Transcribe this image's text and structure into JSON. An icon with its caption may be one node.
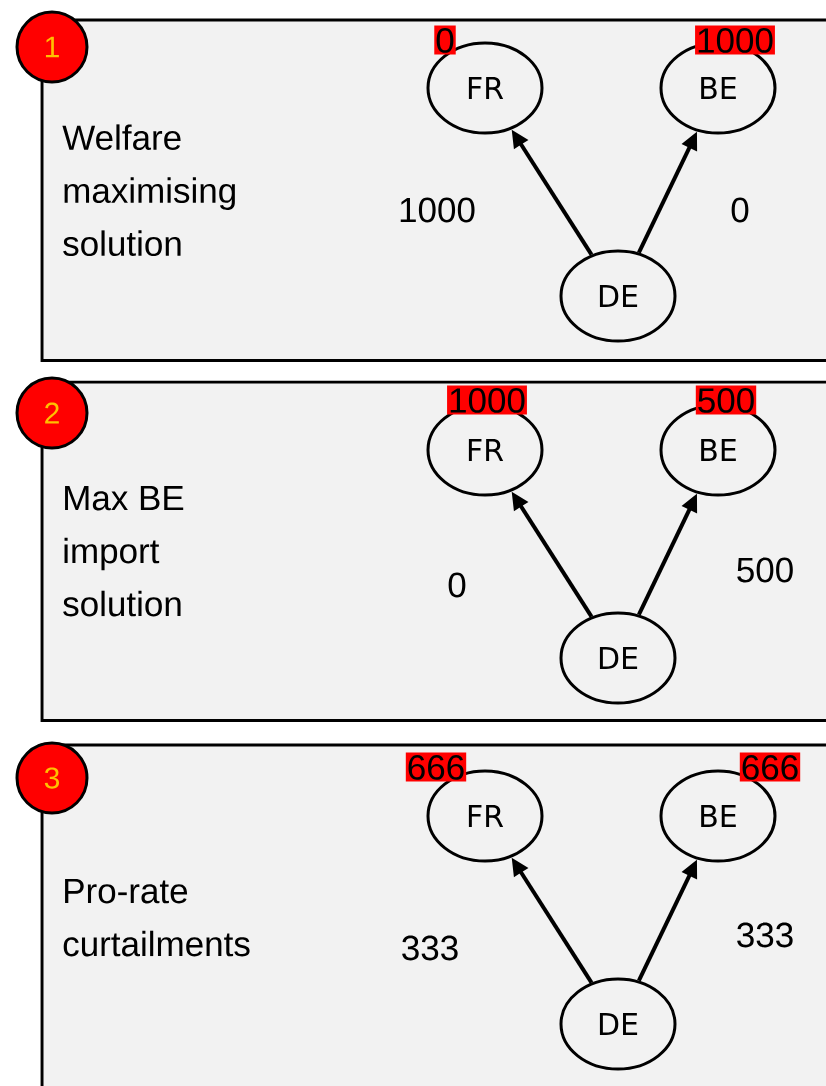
{
  "diagram": {
    "nodes": [
      {
        "text": [
          "1"
        ]
      },
      {
        "text": [
          "Welfare maximising solution"
        ]
      },
      {
        "text": [
          "FR"
        ],
        "in": 1,
        "beside": [
          "0"
        ]
      },
      {
        "text": [
          "BE"
        ],
        "in": 1,
        "beside": [
          "1000"
        ]
      },
      {
        "text": [
          "DE"
        ],
        "in": 1
      },
      {
        "text": [
          "2"
        ]
      },
      {
        "text": [
          "Max BE import solution"
        ]
      },
      {
        "text": [
          "FR"
        ],
        "in": 6,
        "beside": [
          "1000"
        ]
      },
      {
        "text": [
          "BE"
        ],
        "in": 6,
        "beside": [
          "500"
        ]
      },
      {
        "text": [
          "DE"
        ],
        "in": 6
      },
      {
        "text": [
          "3"
        ]
      },
      {
        "text": [
          "Pro-rate curtailments"
        ]
      },
      {
        "text": [
          "FR"
        ],
        "in": 11,
        "beside": [
          "666"
        ]
      },
      {
        "text": [
          "BE"
        ],
        "in": 11,
        "beside": [
          "666"
        ]
      },
      {
        "text": [
          "DE"
        ],
        "in": 11
      }
    ],
    "edges": [
      {
        "from": 4,
        "to": 2,
        "arrow": "to",
        "label": "1000"
      },
      {
        "from": 4,
        "to": 3,
        "arrow": "to",
        "label": "0"
      },
      {
        "from": 9,
        "to": 7,
        "arrow": "to",
        "label": "0"
      },
      {
        "from": 9,
        "to": 8,
        "arrow": "to",
        "label": "500"
      },
      {
        "from": 14,
        "to": 12,
        "arrow": "to",
        "label": "333"
      },
      {
        "from": 14,
        "to": 13,
        "arrow": "to",
        "label": "333"
      }
    ]
  }
}
